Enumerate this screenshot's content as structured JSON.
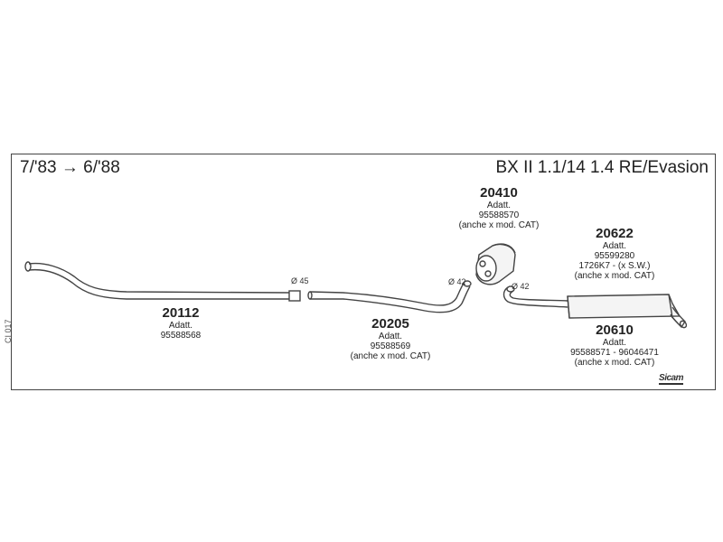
{
  "header": {
    "date_range": "7/'83 → 6/'88",
    "model": "BX II 1.1/14 1.4 RE/Evasion"
  },
  "catalog_code": "CI 017",
  "brand": "Sicam",
  "diameters": {
    "d45": "Ø 45",
    "d42_left": "Ø 42",
    "d42_right": "Ø 42"
  },
  "parts": {
    "p20112": {
      "code": "20112",
      "lines": [
        "Adatt.",
        "95588568"
      ]
    },
    "p20205": {
      "code": "20205",
      "lines": [
        "Adatt.",
        "95588569",
        "(anche x mod. CAT)"
      ]
    },
    "p20410": {
      "code": "20410",
      "lines": [
        "Adatt.",
        "95588570",
        "(anche x mod. CAT)"
      ]
    },
    "p20622": {
      "code": "20622",
      "lines": [
        "Adatt.",
        "95599280",
        "1726K7 - (x S.W.)",
        "(anche x mod. CAT)"
      ]
    },
    "p20610": {
      "code": "20610",
      "lines": [
        "Adatt.",
        "95588571 - 96046471",
        "(anche x mod. CAT)"
      ]
    }
  },
  "colors": {
    "line": "#444444",
    "frame": "#444444"
  }
}
